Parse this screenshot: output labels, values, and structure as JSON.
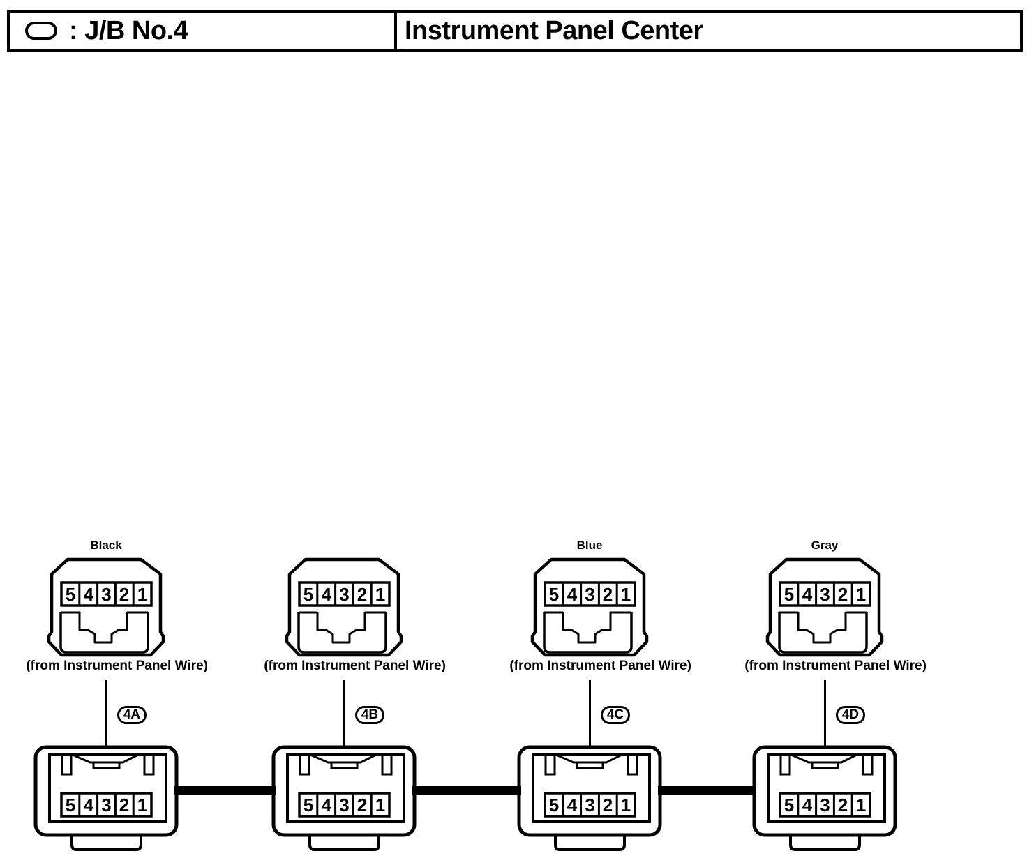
{
  "header": {
    "symbol_icon": "junction-block-oval",
    "legend_label": ": J/B No.4",
    "title": "Instrument Panel Center"
  },
  "colors": {
    "line": "#000000",
    "background": "#ffffff"
  },
  "connectors": [
    {
      "id": "4A",
      "color": "Black",
      "source_note": "(from Instrument Panel Wire)",
      "pins": [
        "5",
        "4",
        "3",
        "2",
        "1"
      ]
    },
    {
      "id": "4B",
      "color": "",
      "source_note": "(from Instrument Panel Wire)",
      "pins": [
        "5",
        "4",
        "3",
        "2",
        "1"
      ]
    },
    {
      "id": "4C",
      "color": "Blue",
      "source_note": "(from Instrument Panel Wire)",
      "pins": [
        "5",
        "4",
        "3",
        "2",
        "1"
      ]
    },
    {
      "id": "4D",
      "color": "Gray",
      "source_note": "(from Instrument Panel Wire)",
      "pins": [
        "5",
        "4",
        "3",
        "2",
        "1"
      ]
    }
  ]
}
